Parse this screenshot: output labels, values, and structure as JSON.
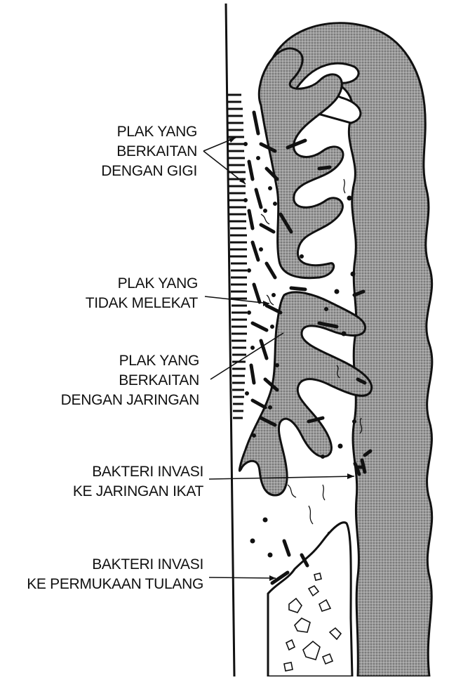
{
  "labels": {
    "attached_tooth": [
      "PLAK YANG",
      "BERKAITAN",
      "DENGAN GIGI"
    ],
    "unattached": [
      "PLAK YANG",
      "TIDAK MELEKAT"
    ],
    "attached_tissue": [
      "PLAK YANG",
      "BERKAITAN",
      "DENGAN JARINGAN"
    ],
    "invasion_connective": [
      "BAKTERI INVASI",
      "KE JARINGAN IKAT"
    ],
    "invasion_bone": [
      "BAKTERI INVASI",
      "KE PERMUKAAN TULANG"
    ]
  },
  "colors": {
    "ink": "#111111",
    "tissue_gray": "#8c8c8c",
    "paper": "#ffffff"
  }
}
